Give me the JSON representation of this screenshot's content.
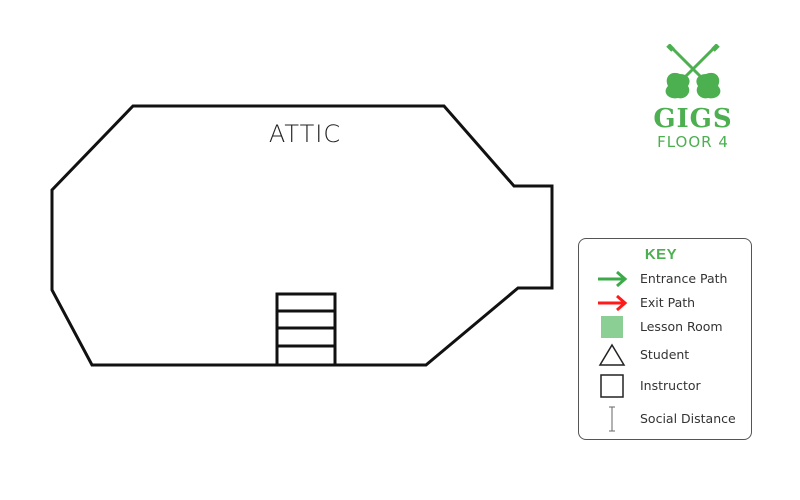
{
  "room": {
    "name": "ATTIC"
  },
  "logo": {
    "brand": "GIGS",
    "floor": "FLOOR 4",
    "color": "#4caf50",
    "icon": "crossed-guitars-icon"
  },
  "key": {
    "title": "KEY",
    "title_color": "#4caf50",
    "items": [
      {
        "label": "Entrance Path",
        "icon": "green-arrow-icon",
        "color": "#3daa4a"
      },
      {
        "label": "Exit Path",
        "icon": "red-arrow-icon",
        "color": "#ff1a1a"
      },
      {
        "label": "Lesson Room",
        "icon": "green-square-icon",
        "color": "#8ccf94"
      },
      {
        "label": "Student",
        "icon": "triangle-icon",
        "color": "#222222"
      },
      {
        "label": "Instructor",
        "icon": "square-outline-icon",
        "color": "#222222"
      },
      {
        "label": "Social Distance",
        "icon": "distance-bar-icon",
        "color": "#666666"
      }
    ]
  }
}
